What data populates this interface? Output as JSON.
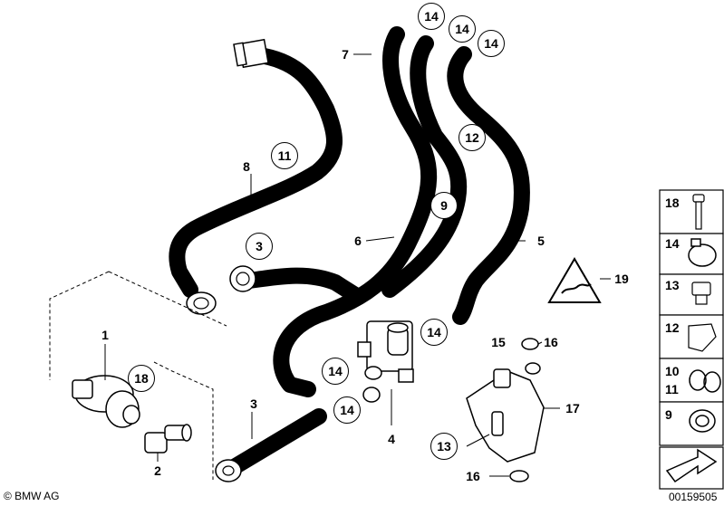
{
  "callouts": {
    "c1": "1",
    "c2": "2",
    "c3a": "3",
    "c3b": "3",
    "c4": "4",
    "c5": "5",
    "c6": "6",
    "c7": "7",
    "c8": "8",
    "c9": "9",
    "c11": "11",
    "c12": "12",
    "c13": "13",
    "c14a": "14",
    "c14b": "14",
    "c14c": "14",
    "c14d": "14",
    "c14e": "14",
    "c14f": "14",
    "c15": "15",
    "c16a": "16",
    "c16b": "16",
    "c17": "17",
    "c18": "18",
    "c19": "19"
  },
  "parts_panel": {
    "items": [
      {
        "label": "18",
        "icon": "bolt-icon"
      },
      {
        "label": "14",
        "icon": "hose-clamp-icon"
      },
      {
        "label": "13",
        "icon": "hex-nut-icon"
      },
      {
        "label": "12",
        "icon": "cable-clip-icon"
      },
      {
        "label": "10",
        "label2": "11",
        "icon": "double-clip-icon"
      },
      {
        "label": "9",
        "icon": "spring-clip-icon"
      }
    ],
    "arrow_icon": "direction-arrow-icon"
  },
  "footer": {
    "copyright": "© BMW AG",
    "image_number": "00159505"
  },
  "colors": {
    "line": "#000000",
    "background": "#ffffff",
    "panel_border": "#000000"
  }
}
